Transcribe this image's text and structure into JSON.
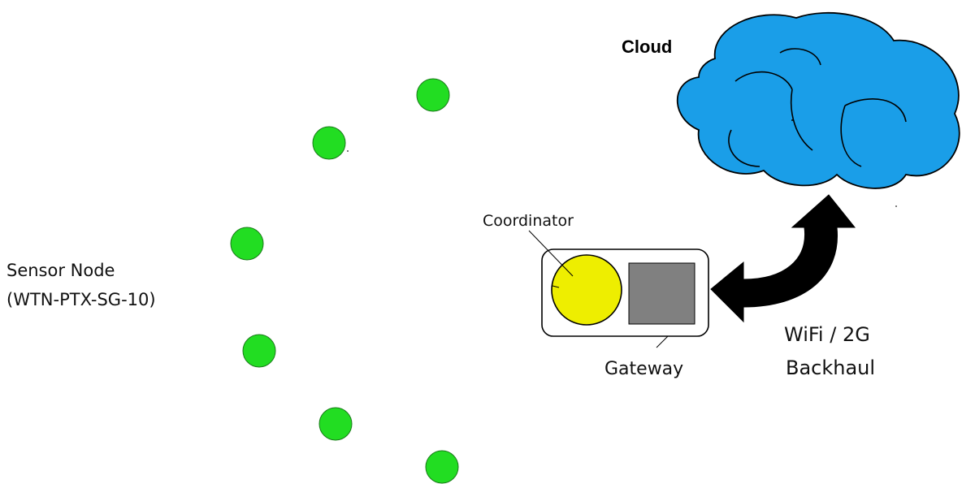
{
  "cloud": {
    "label": "Cloud",
    "color": "#1a9ee8"
  },
  "sensor_node": {
    "label_line1": "Sensor Node",
    "label_line2": "(WTN-PTX-SG-10)",
    "color": "#22dd22",
    "count": 6
  },
  "coordinator": {
    "label": "Coordinator",
    "color": "#eeee00"
  },
  "gateway": {
    "label": "Gateway",
    "module_color": "#808080"
  },
  "backhaul": {
    "label_line1": "WiFi / 2G",
    "label_line2": "Backhaul"
  }
}
